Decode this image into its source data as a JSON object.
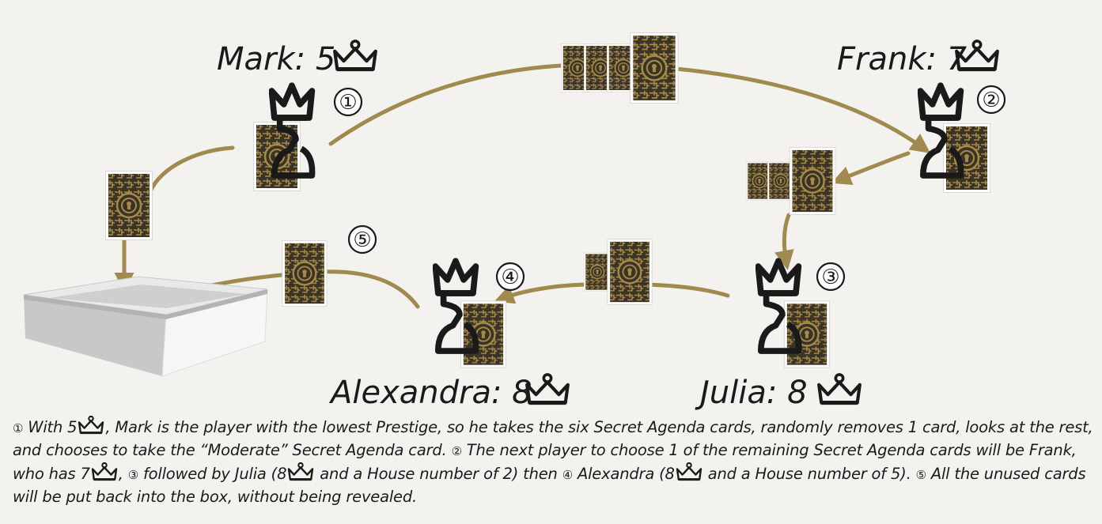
{
  "players": [
    {
      "id": "mark",
      "name": "Mark",
      "prestige": "5",
      "label": "Mark: 5",
      "step": "①"
    },
    {
      "id": "frank",
      "name": "Frank",
      "prestige": "7",
      "label": "Frank: 7",
      "step": "②"
    },
    {
      "id": "julia",
      "name": "Julia",
      "prestige": "8",
      "label": "Julia: 8",
      "step": "③"
    },
    {
      "id": "alexandra",
      "name": "Alexandra",
      "prestige": "8",
      "label": "Alexandra: 8",
      "step": "④"
    }
  ],
  "discard_step": "⑤",
  "caption": {
    "m1": "①",
    "t1": " With 5",
    "t2": ", Mark is the player with the lowest Prestige, so he takes the six Secret Agenda cards, randomly removes 1 card, looks at the rest, and chooses to take the “Moderate” Secret Agenda card. ",
    "m2": "②",
    "t3": " The next player to choose 1 of the remaining Secret Agenda cards will be Frank, who has 7",
    "t4": ", ",
    "m3": "③",
    "t5": " followed by Julia (8",
    "t6": " and a House number of 2) then ",
    "m4": "④",
    "t7": " Alexandra (8",
    "t8": " and a House number of 5). ",
    "m5": "⑤",
    "t9": " All the unused cards will be put back into the box, without being revealed."
  },
  "icons": {
    "prestige": "crown-icon",
    "player": "pawn-icon",
    "card": "card-back-icon",
    "box": "box-icon"
  },
  "colors": {
    "arrow": "#a08a4e",
    "card_bg": "#3a3327",
    "card_maze": "#a88a45",
    "ink": "#1a1a1a",
    "background": "#f3f2ef"
  }
}
